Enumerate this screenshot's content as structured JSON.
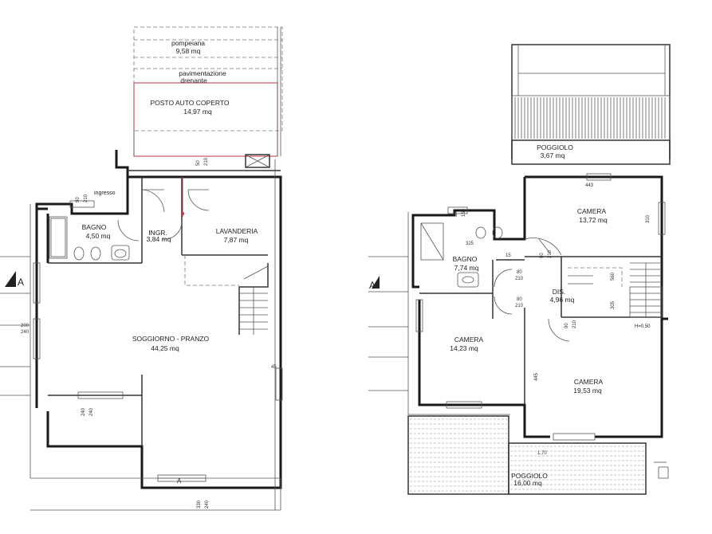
{
  "ground_floor": {
    "pompeiana": {
      "name": "pompeiana",
      "area": "9,58 mq"
    },
    "pavimentazione": {
      "line1": "pavimentazione",
      "line2": "drenante"
    },
    "posto_auto": {
      "name": "POSTO AUTO COPERTO",
      "area": "14,97 mq"
    },
    "ingresso": "ingresso",
    "bagno": {
      "name": "BAGNO",
      "area": "4,50 mq"
    },
    "ingr": {
      "name": "INGR.",
      "area": "3,84 mq"
    },
    "lavanderia": {
      "name": "LAVANDERIA",
      "area": "7,87 mq"
    },
    "soggiorno": {
      "name": "SOGGIORNO - PRANZO",
      "area": "44,25 mq"
    },
    "section_marker": "A",
    "dims": {
      "d50a": "50",
      "d210a": "210",
      "d90": "90",
      "d210b": "210",
      "d45": "45",
      "d240a": "240",
      "d240b": "240",
      "d200": "200",
      "d240c": "240",
      "d330": "330",
      "d240d": "240"
    }
  },
  "first_floor": {
    "poggiolo_top": {
      "name": "POGGIOLO",
      "area": "3,67 mq"
    },
    "camera_top": {
      "name": "CAMERA",
      "area": "13,72 mq"
    },
    "bagno": {
      "name": "BAGNO",
      "area": "7,74 mq"
    },
    "dis": {
      "name": "DIS.",
      "area": "4,96 mq"
    },
    "camera_left": {
      "name": "CAMERA",
      "area": "14,23 mq"
    },
    "camera_right": {
      "name": "CAMERA",
      "area": "19,53 mq"
    },
    "poggiolo_bottom": {
      "name": "POGGIOLO",
      "area": "16,00 mq"
    },
    "section_marker": "A",
    "h_label": "H=0,50",
    "dims": {
      "d443": "443",
      "d310": "310",
      "d325": "325",
      "d15": "15",
      "d80a": "80",
      "d210a": "210",
      "d80b": "80",
      "d210b": "210",
      "d80c": "80",
      "d210c": "210",
      "d445": "445",
      "d305": "305",
      "d560": "560",
      "d50a": "50",
      "d150": "150",
      "d90": "90",
      "d210d": "210",
      "d170": "1,70"
    }
  }
}
